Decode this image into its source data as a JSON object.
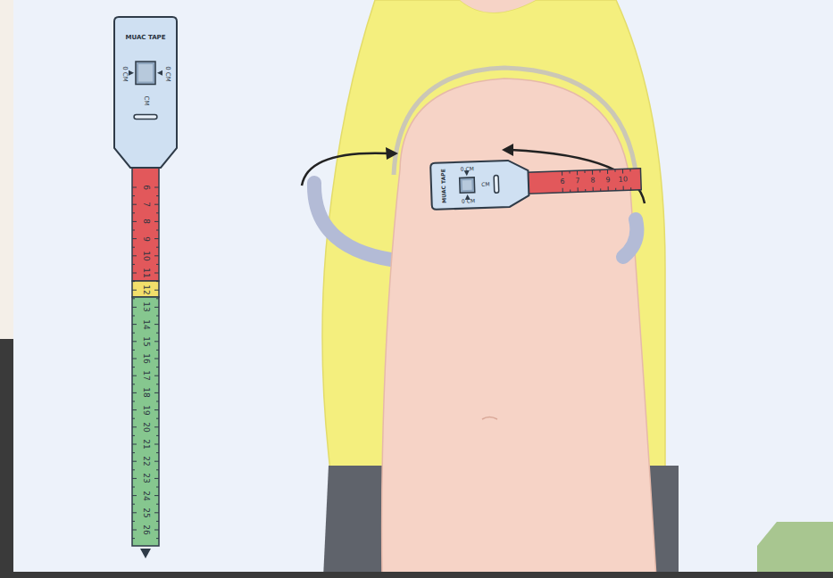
{
  "diagram": {
    "nodes": [
      {
        "text": [
          "MUAC TAPE",
          "0 CM",
          "0 CM",
          "CM"
        ]
      },
      {
        "text": [
          "MUAC TAPE",
          "0 CM",
          "0 CM",
          "CM"
        ]
      }
    ],
    "labels": [
      "6",
      "7",
      "8",
      "9",
      "10",
      "11",
      "12",
      "13",
      "14",
      "15",
      "16",
      "17",
      "18",
      "19",
      "20",
      "21",
      "22",
      "23",
      "24",
      "25",
      "26",
      "6",
      "7",
      "8",
      "9",
      "10"
    ]
  }
}
